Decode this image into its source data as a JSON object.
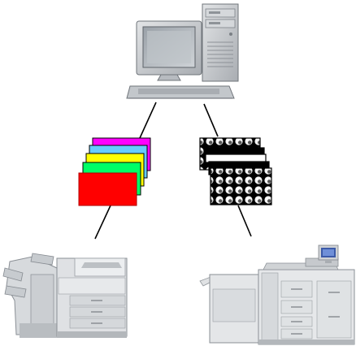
{
  "diagram": {
    "nodes": [
      {
        "id": "computer",
        "kind": "desktop-computer-icon"
      },
      {
        "id": "color-pages",
        "kind": "color-page-stack-icon",
        "colors": [
          "#ff00ff",
          "#66ccff",
          "#ffff00",
          "#00ff66",
          "#ff0000"
        ]
      },
      {
        "id": "bw-pages",
        "kind": "halftone-page-stack-icon",
        "colors": [
          "#000000",
          "#ffffff"
        ]
      },
      {
        "id": "color-printer",
        "kind": "office-color-printer-icon"
      },
      {
        "id": "production-printer",
        "kind": "production-printer-icon"
      }
    ],
    "edges": [
      {
        "from": "computer",
        "to": "color-pages"
      },
      {
        "from": "computer",
        "to": "bw-pages"
      },
      {
        "from": "color-pages",
        "to": "color-printer"
      },
      {
        "from": "bw-pages",
        "to": "production-printer"
      }
    ]
  }
}
